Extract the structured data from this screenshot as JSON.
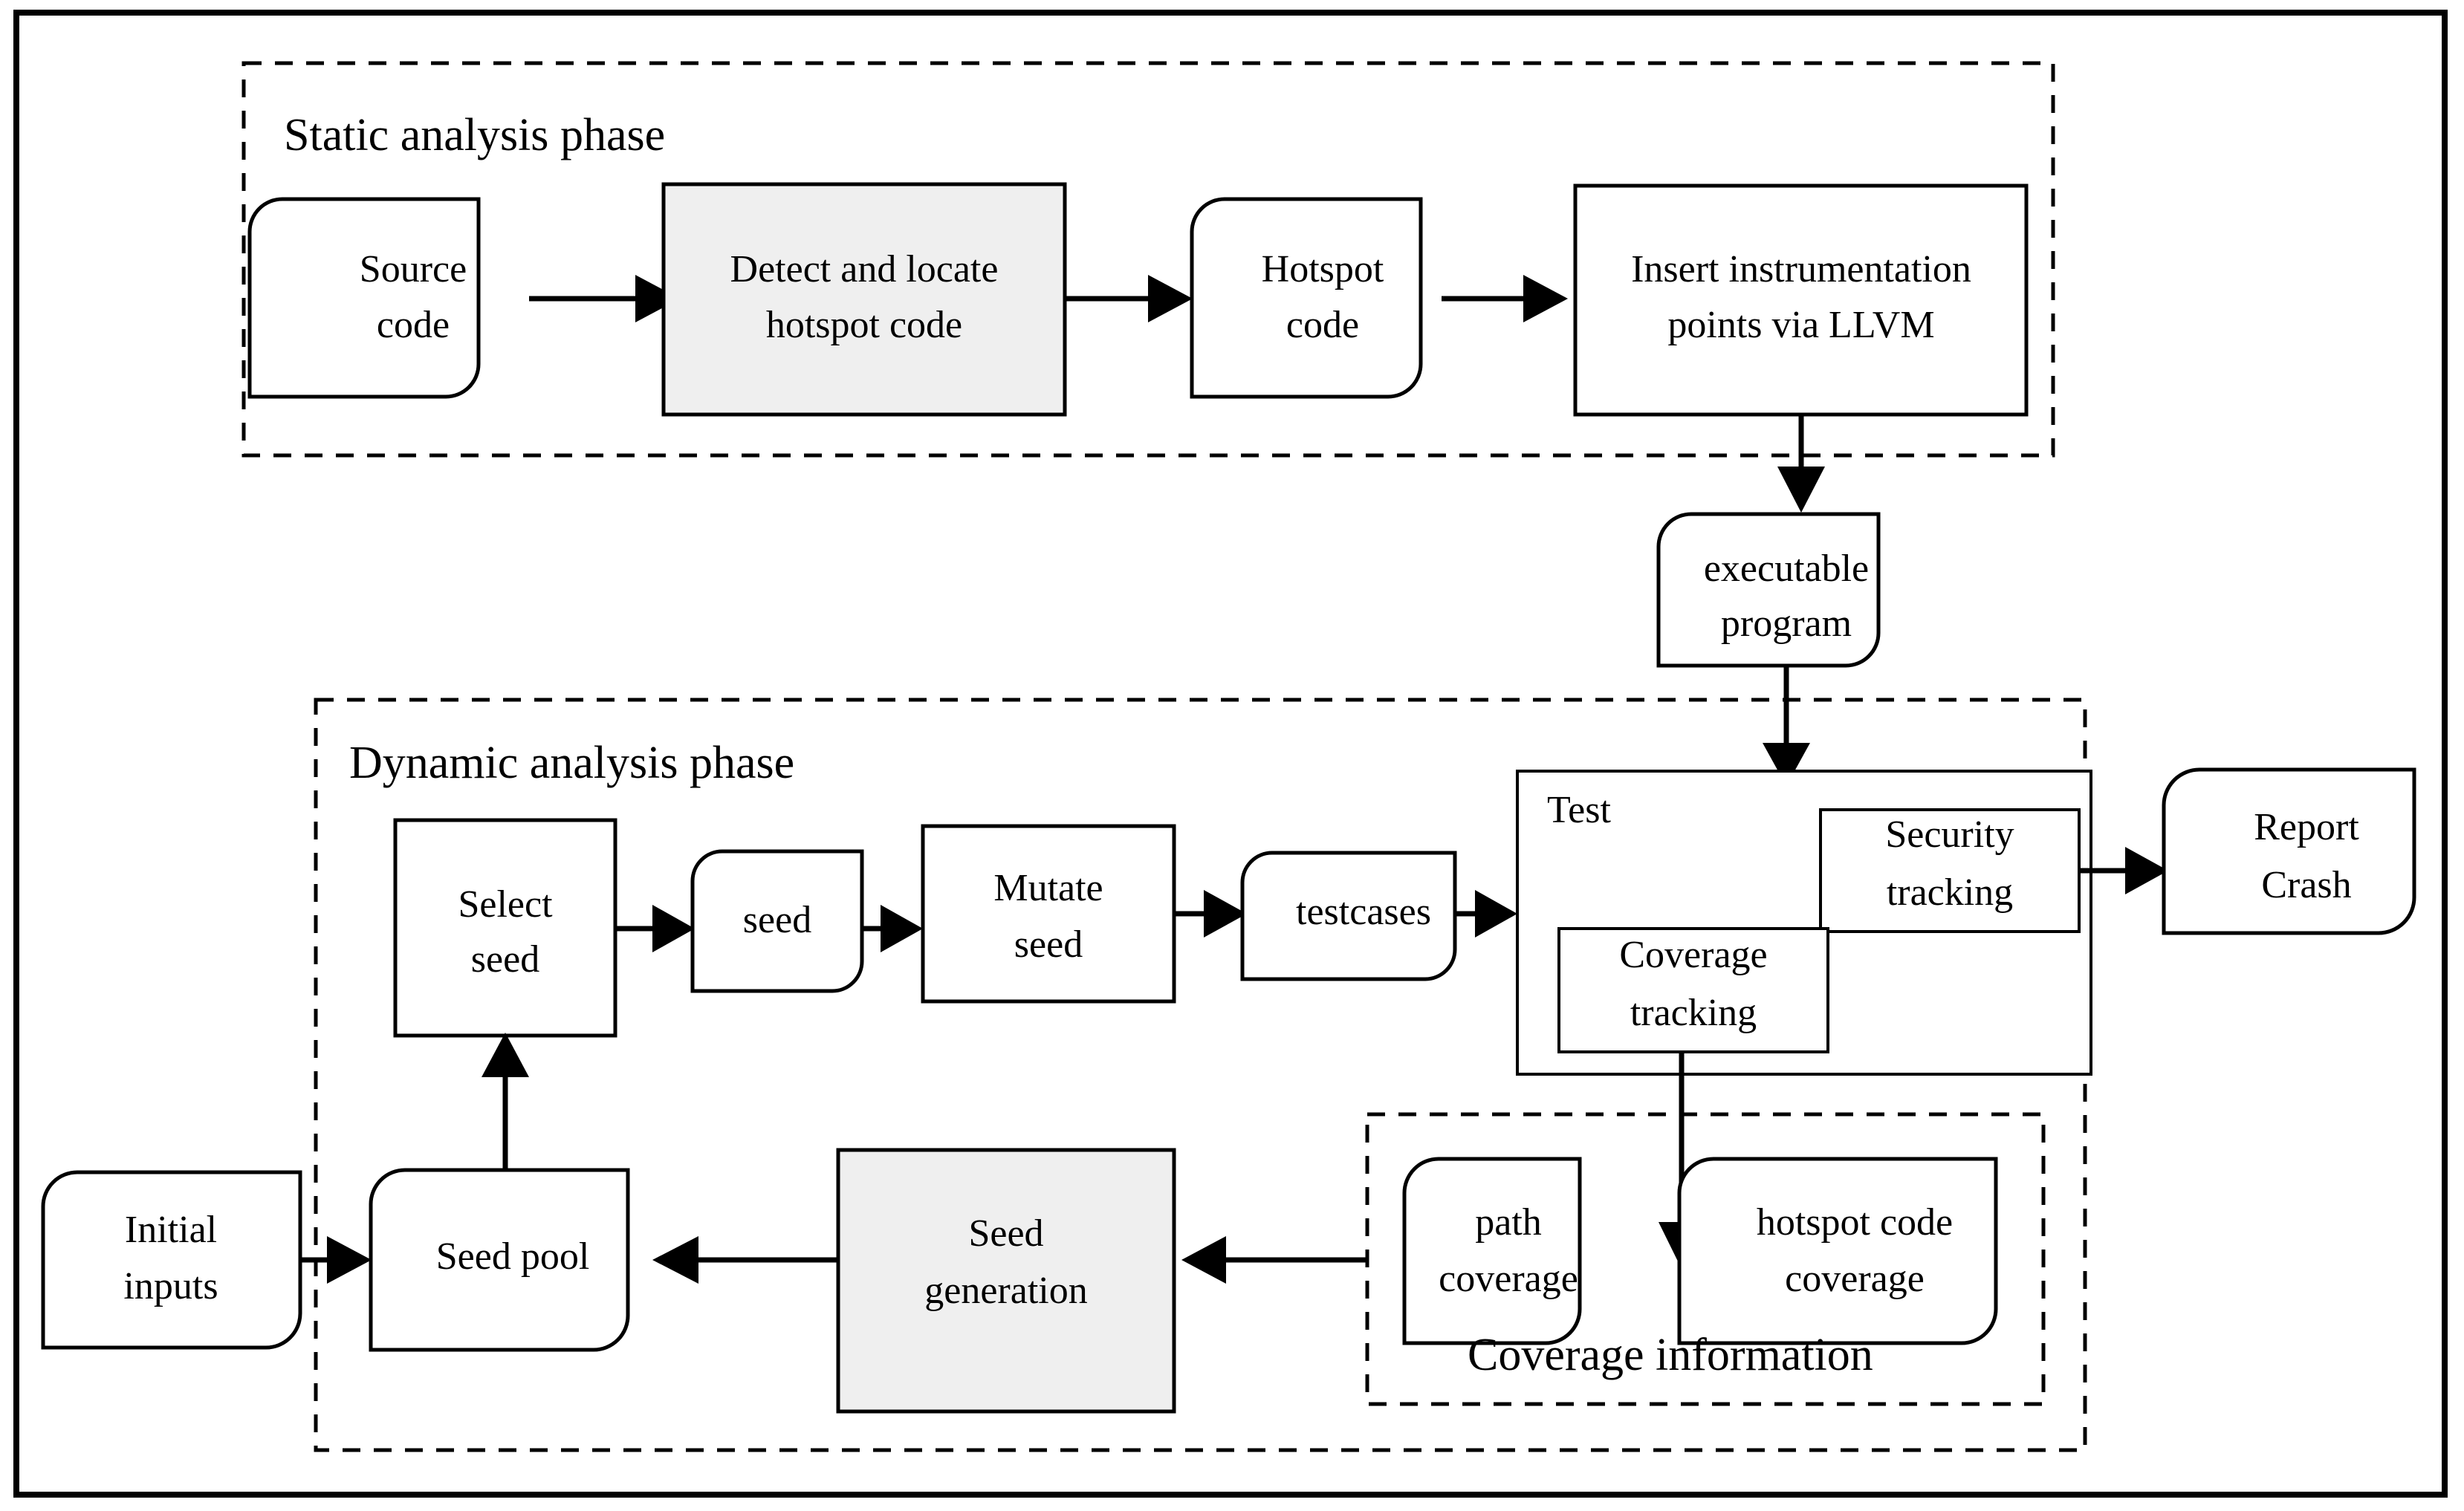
{
  "figure": {
    "title": "Fuzzing framework with static and dynamic analysis phases",
    "accent_gray": "#efefef",
    "line_color": "#000000"
  },
  "groups": {
    "static_phase": {
      "label": "Static analysis phase"
    },
    "dynamic_phase": {
      "label": "Dynamic analysis phase"
    },
    "coverage_information": {
      "label": "Coverage information"
    },
    "test": {
      "label": "Test"
    }
  },
  "nodes": {
    "source_code": {
      "label_line1": "Source",
      "label_line2": "code",
      "shape": "rounded",
      "fill": "white"
    },
    "detect_locate": {
      "label_line1": "Detect and locate",
      "label_line2": "hotspot code",
      "shape": "rect",
      "fill": "gray"
    },
    "hotspot_code": {
      "label_line1": "Hotspot",
      "label_line2": "code",
      "shape": "rounded",
      "fill": "white"
    },
    "insert_instrumentation": {
      "label_line1": "Insert instrumentation",
      "label_line2": "points via LLVM",
      "shape": "rect",
      "fill": "white"
    },
    "executable_program": {
      "label_line1": "executable",
      "label_line2": "program",
      "shape": "rounded",
      "fill": "white"
    },
    "select_seed": {
      "label_line1": "Select",
      "label_line2": "seed",
      "shape": "rect",
      "fill": "white"
    },
    "seed": {
      "label_line1": "seed",
      "label_line2": "",
      "shape": "rounded",
      "fill": "white"
    },
    "mutate_seed": {
      "label_line1": "Mutate",
      "label_line2": "seed",
      "shape": "rect",
      "fill": "white"
    },
    "testcases": {
      "label_line1": "testcases",
      "label_line2": "",
      "shape": "rounded",
      "fill": "white"
    },
    "security_tracking": {
      "label_line1": "Security",
      "label_line2": "tracking",
      "shape": "rect",
      "fill": "white"
    },
    "coverage_tracking": {
      "label_line1": "Coverage",
      "label_line2": "tracking",
      "shape": "rect",
      "fill": "white"
    },
    "report_crash": {
      "label_line1": "Report",
      "label_line2": "Crash",
      "shape": "rounded",
      "fill": "white"
    },
    "path_coverage": {
      "label_line1": "path",
      "label_line2": "coverage",
      "shape": "rounded",
      "fill": "white"
    },
    "hotspot_code_coverage": {
      "label_line1": "hotspot code",
      "label_line2": "coverage",
      "shape": "rounded",
      "fill": "white"
    },
    "seed_generation": {
      "label_line1": "Seed",
      "label_line2": "generation",
      "shape": "rect",
      "fill": "gray"
    },
    "seed_pool": {
      "label_line1": "Seed pool",
      "label_line2": "",
      "shape": "rounded",
      "fill": "white"
    },
    "initial_inputs": {
      "label_line1": "Initial",
      "label_line2": "inputs",
      "shape": "rounded",
      "fill": "white"
    }
  },
  "edges": [
    {
      "from": "source_code",
      "to": "detect_locate",
      "direction": "right"
    },
    {
      "from": "detect_locate",
      "to": "hotspot_code",
      "direction": "right"
    },
    {
      "from": "hotspot_code",
      "to": "insert_instrumentation",
      "direction": "right"
    },
    {
      "from": "insert_instrumentation",
      "to": "executable_program",
      "direction": "down"
    },
    {
      "from": "executable_program",
      "to": "test",
      "direction": "down"
    },
    {
      "from": "select_seed",
      "to": "seed",
      "direction": "right"
    },
    {
      "from": "seed",
      "to": "mutate_seed",
      "direction": "right"
    },
    {
      "from": "mutate_seed",
      "to": "testcases",
      "direction": "right"
    },
    {
      "from": "testcases",
      "to": "test",
      "direction": "right"
    },
    {
      "from": "security_tracking",
      "to": "report_crash",
      "direction": "right"
    },
    {
      "from": "coverage_tracking",
      "to": "coverage_information",
      "direction": "down"
    },
    {
      "from": "coverage_information",
      "to": "seed_generation",
      "direction": "left"
    },
    {
      "from": "seed_generation",
      "to": "seed_pool",
      "direction": "left"
    },
    {
      "from": "seed_pool",
      "to": "select_seed",
      "direction": "up"
    },
    {
      "from": "initial_inputs",
      "to": "seed_pool",
      "direction": "right"
    }
  ]
}
